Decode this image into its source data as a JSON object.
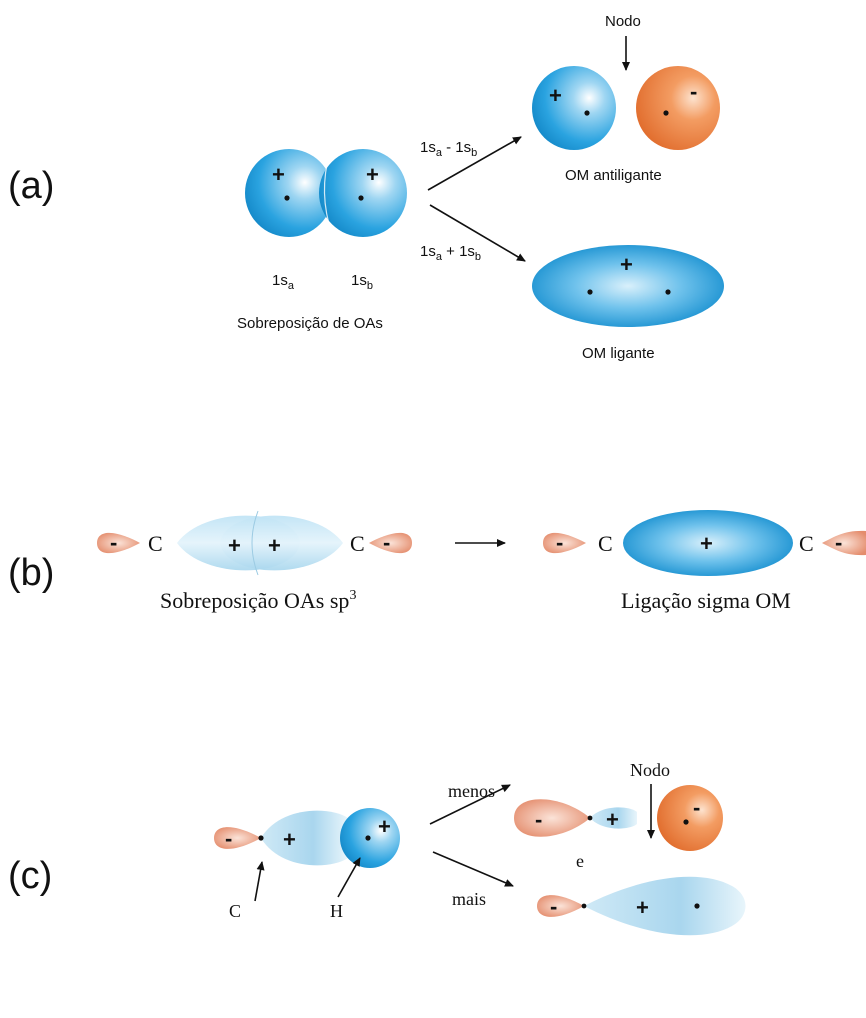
{
  "panels": {
    "a": {
      "label": "(a)",
      "node_label": "Nodo",
      "minus_label": "1s",
      "minus_sub_a": "a",
      "minus_op": " - 1s",
      "minus_sub_b": "b",
      "plus_op": " + 1s",
      "orbital_a": "1s",
      "orbital_a_sub": "a",
      "orbital_b": "1s",
      "orbital_b_sub": "b",
      "overlap_caption": "Sobreposição de OAs",
      "antibonding_caption": "OM antiligante",
      "bonding_caption": "OM ligante",
      "plus_sign": "+",
      "minus_sign": "-"
    },
    "b": {
      "label": "(b)",
      "atom": "C",
      "plus_sign": "+",
      "minus_sign": "-",
      "overlap_caption": "Sobreposição OAs sp",
      "overlap_sup": "3",
      "sigma_caption": "Ligação sigma OM"
    },
    "c": {
      "label": "(c)",
      "node_label": "Nodo",
      "minus_word": "menos",
      "plus_word": "mais",
      "and_word": "e",
      "atom_c": "C",
      "atom_h": "H",
      "plus_sign": "+",
      "minus_sign": "-"
    }
  },
  "colors": {
    "blue": "#1e9ede",
    "light_blue": "#a8d8ee",
    "orange": "#e8743a",
    "salmon": "#e6987c"
  }
}
